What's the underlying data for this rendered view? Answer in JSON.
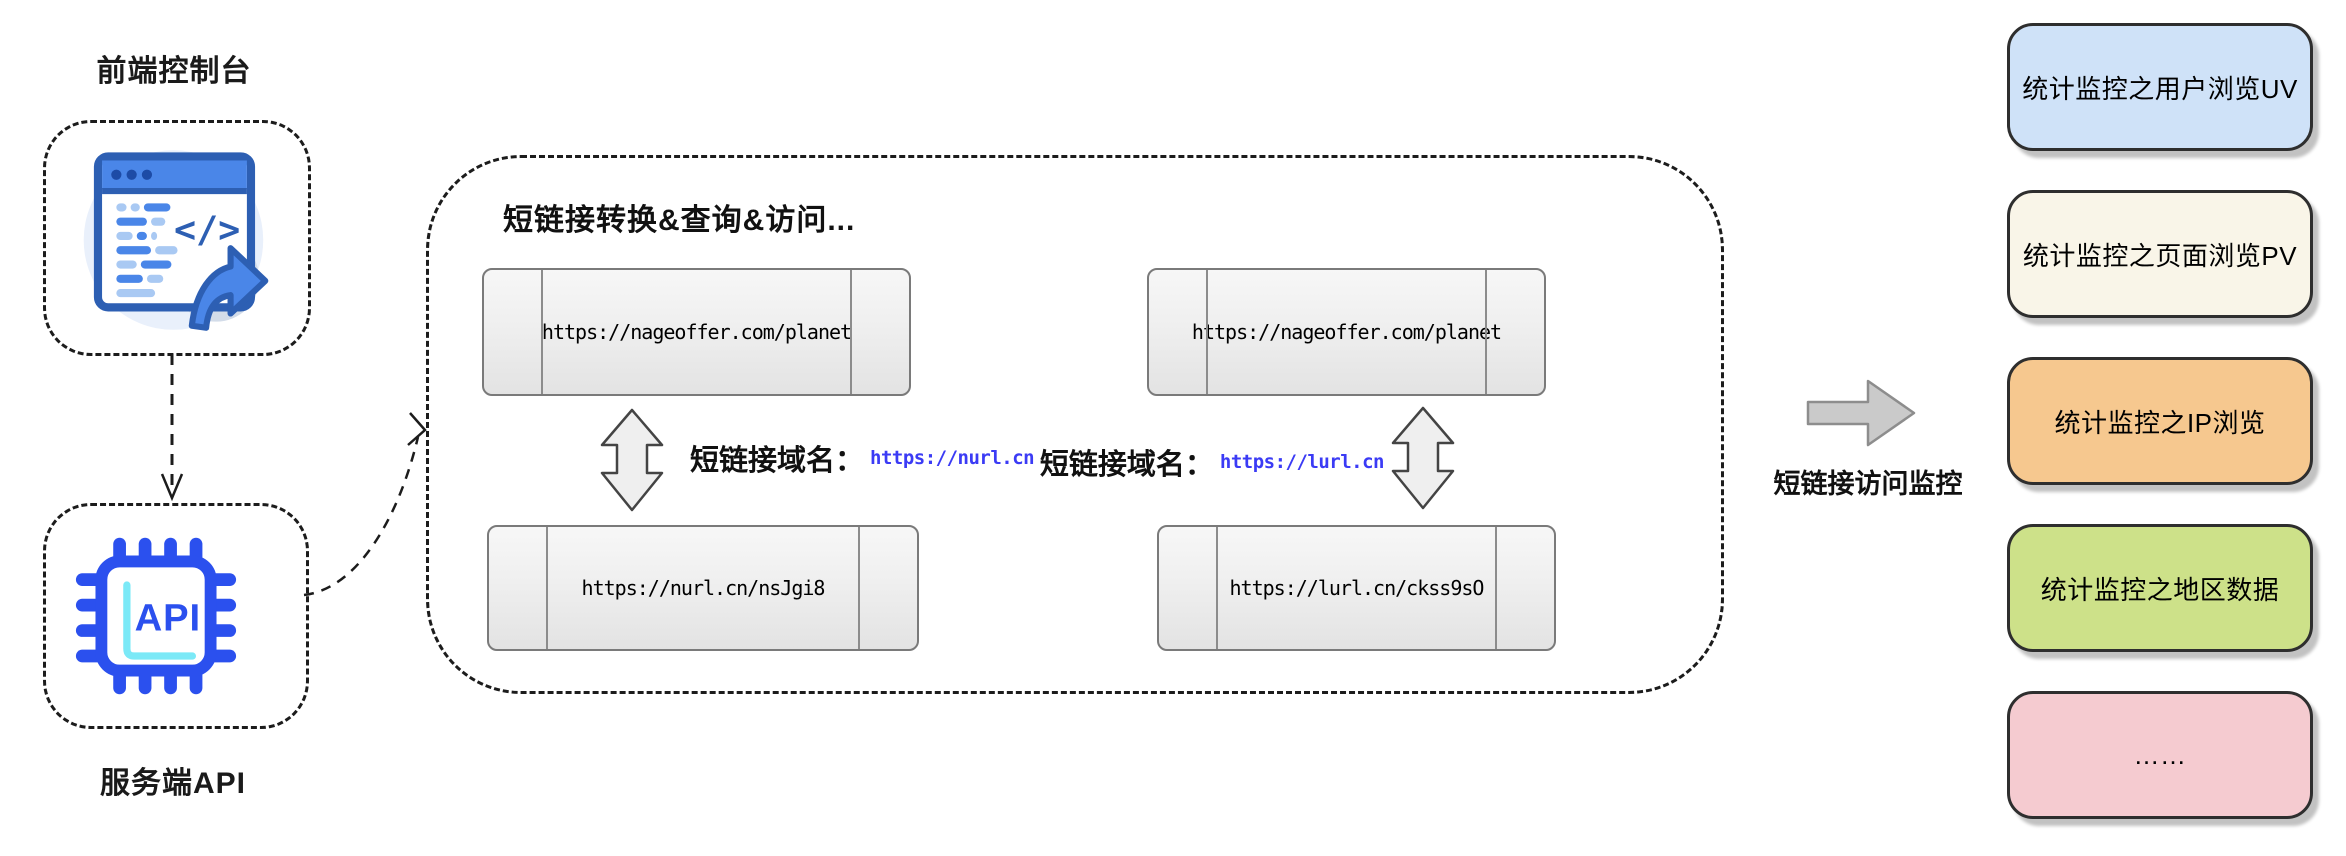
{
  "frontend_console": {
    "title": "前端控制台"
  },
  "server_api": {
    "title": "服务端API",
    "chip_label": "API",
    "code_glyph": "</>"
  },
  "process_container": {
    "title": "短链接转换&查询&访问...",
    "left_pair": {
      "long_url": "https://nageoffer.com/planet",
      "domain_label": "短链接域名：",
      "domain_url": "https://nurl.cn",
      "short_url": "https://nurl.cn/nsJgi8"
    },
    "right_pair": {
      "long_url": "https://nageoffer.com/planet",
      "domain_label": "短链接域名：",
      "domain_url": "https://lurl.cn",
      "short_url": "https://lurl.cn/ckss9sO"
    }
  },
  "monitoring": {
    "arrow_label": "短链接访问监控",
    "items": [
      {
        "label": "统计监控之用户浏览UV",
        "bg": "#cfe2f8"
      },
      {
        "label": "统计监控之页面浏览PV",
        "bg": "#f9f5e8"
      },
      {
        "label": "统计监控之IP浏览",
        "bg": "#f6c88f"
      },
      {
        "label": "统计监控之地区数据",
        "bg": "#cde189"
      },
      {
        "label": "……",
        "bg": "#f5cbd0"
      }
    ]
  },
  "colors": {
    "link_blue": "#3b3bf5",
    "icon_blue": "#2b50ee",
    "browser_blue": "#4a86e8",
    "browser_outline": "#2d5fb3",
    "cyan_accent": "#7be9f7",
    "arrow_gray": "#cacaca",
    "node_border": "#7a7a7a"
  }
}
